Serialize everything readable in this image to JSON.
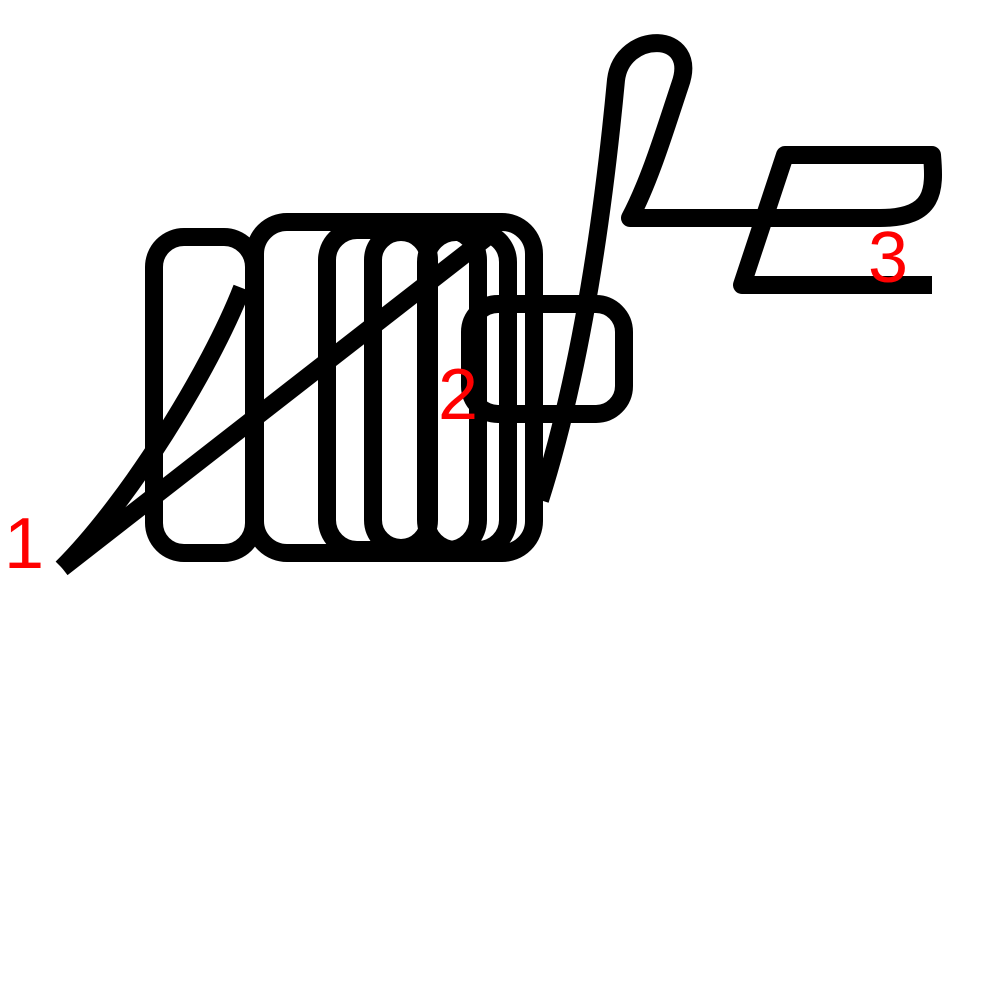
{
  "markers": [
    {
      "label": "1"
    },
    {
      "label": "2"
    },
    {
      "label": "3"
    }
  ],
  "colors": {
    "stroke": "#000000",
    "marker": "#ff0000",
    "background": "#ffffff"
  }
}
